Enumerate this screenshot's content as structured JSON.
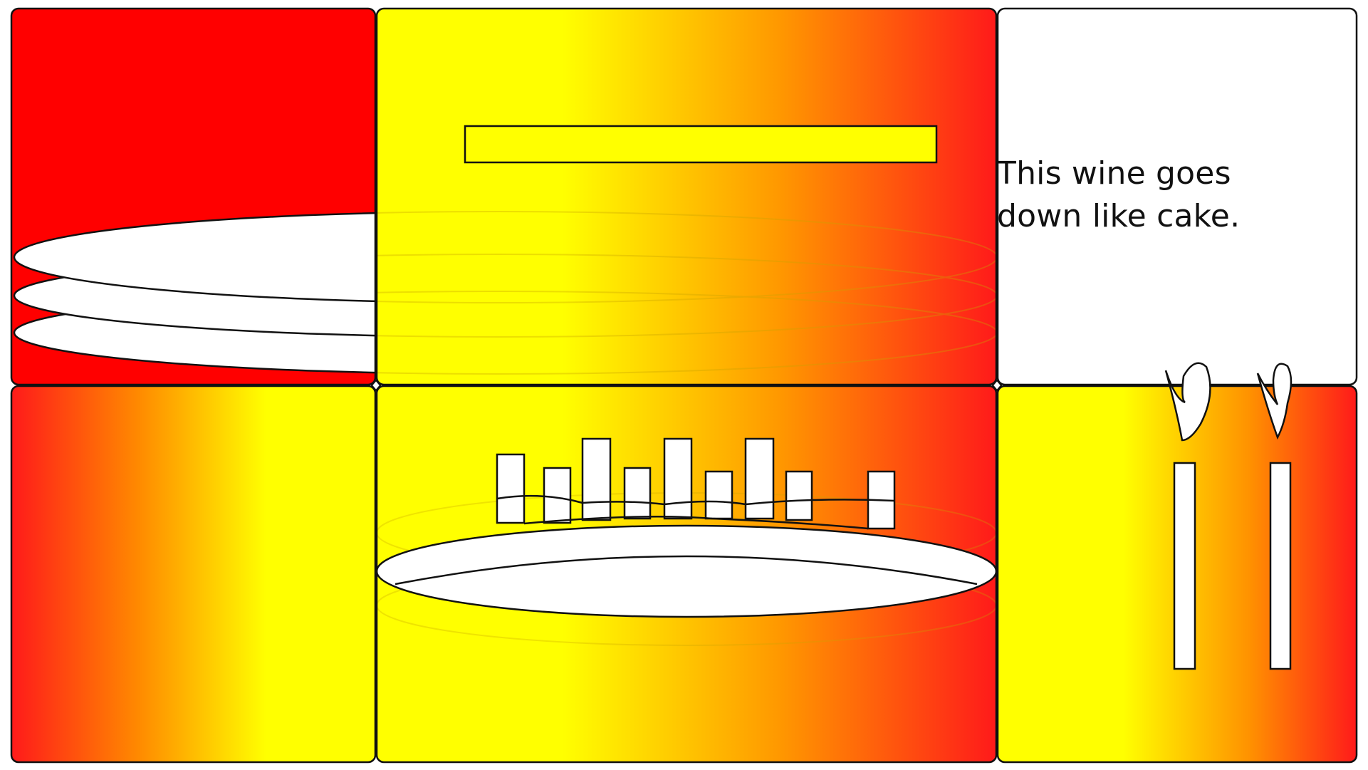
{
  "caption": {
    "line1": "This wine goes",
    "line2": "down like cake."
  },
  "colors": {
    "red": "#ff0000",
    "orange": "#ff8000",
    "yellow": "#ffff00",
    "white": "#ffffff",
    "outline": "#111111"
  },
  "panels": [
    {
      "name": "panel-red-top-left",
      "fill": "solid red"
    },
    {
      "name": "panel-gradient-top-center",
      "fill": "yellow to red"
    },
    {
      "name": "panel-caption-top-right",
      "fill": "white"
    },
    {
      "name": "panel-gradient-bottom-left",
      "fill": "red to yellow"
    },
    {
      "name": "panel-gradient-bottom-center",
      "fill": "yellow to red"
    },
    {
      "name": "panel-gradient-bottom-right",
      "fill": "yellow to red"
    }
  ],
  "icons": [
    "cake-layer-icon",
    "candle-icon",
    "flame-icon",
    "cake-crown-icon"
  ]
}
